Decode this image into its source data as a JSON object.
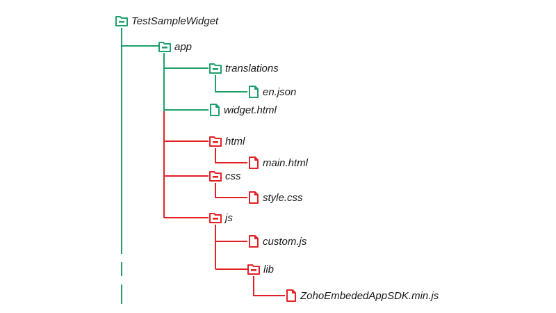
{
  "colors": {
    "green": "#1fa06b",
    "red": "#e32026"
  },
  "tree": {
    "root": {
      "label": "TestSampleWidget",
      "icon": "folder-collapse-icon"
    },
    "app": {
      "label": "app",
      "icon": "folder-collapse-icon"
    },
    "translations": {
      "label": "translations",
      "icon": "folder-collapse-icon"
    },
    "en_json": {
      "label": "en.json",
      "icon": "file-icon"
    },
    "widget_html": {
      "label": "widget.html",
      "icon": "file-icon"
    },
    "html": {
      "label": "html",
      "icon": "folder-collapse-icon"
    },
    "main_html": {
      "label": "main.html",
      "icon": "file-icon"
    },
    "css": {
      "label": "css",
      "icon": "folder-collapse-icon"
    },
    "style_css": {
      "label": "style.css",
      "icon": "file-icon"
    },
    "js": {
      "label": "js",
      "icon": "folder-collapse-icon"
    },
    "custom_js": {
      "label": "custom.js",
      "icon": "file-icon"
    },
    "lib": {
      "label": "lib",
      "icon": "folder-collapse-icon"
    },
    "sdk_js": {
      "label": "ZohoEmbededAppSDK.min.js",
      "icon": "file-icon"
    }
  }
}
